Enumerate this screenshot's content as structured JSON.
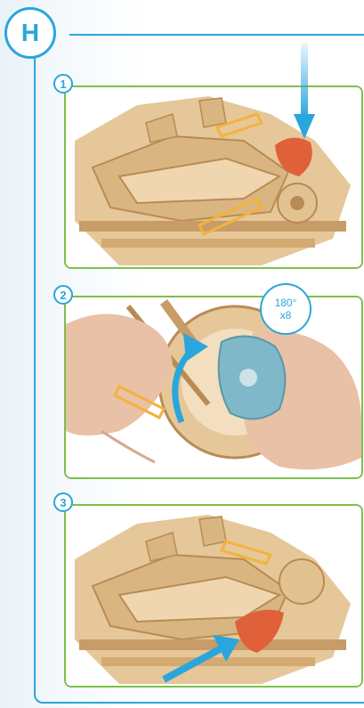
{
  "section": {
    "letter": "H"
  },
  "steps": [
    {
      "number": "1"
    },
    {
      "number": "2"
    },
    {
      "number": "3"
    }
  ],
  "rotation": {
    "angle": "180°",
    "count": "x8"
  },
  "colors": {
    "accent_blue": "#2aa6dc",
    "step_border_green": "#7dc04a",
    "wood": "#e6c79a",
    "wood_dark": "#b98b54",
    "rubber_band": "#f2b33a",
    "part_red": "#e0603a",
    "part_blue": "#7fb8c8",
    "hand_skin": "#e8c1a6"
  },
  "icons": [
    "press-down-arrow-icon",
    "rotate-arrow-icon",
    "push-in-arrow-icon"
  ]
}
